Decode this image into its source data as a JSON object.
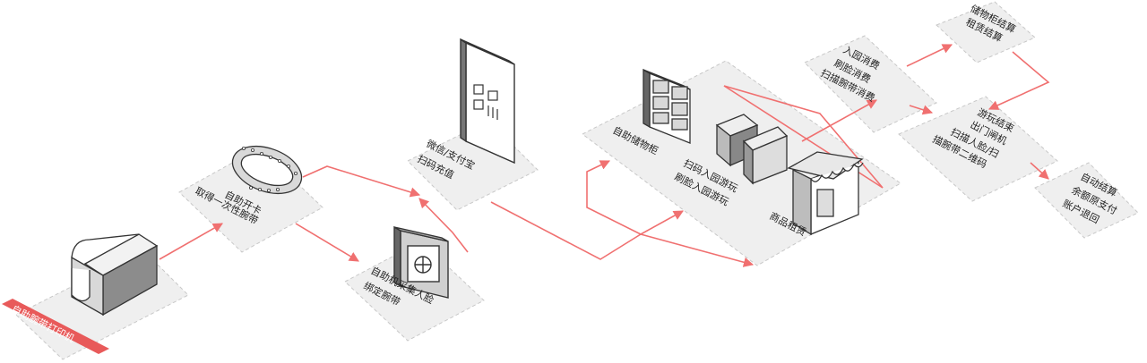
{
  "nodes": {
    "printer": "自助腕带打印机",
    "self_open": [
      "自助开卡",
      "取得一次性腕带"
    ],
    "face_bind": [
      "自助机采集人脸",
      "绑定腕带"
    ],
    "wechat_pay": [
      "微信/支付宝",
      "扫码充值"
    ],
    "locker": "自助储物柜",
    "gate": [
      "扫码入园游玩",
      "刷脸入园游玩"
    ],
    "rent": "商品租赁",
    "consume": [
      "入园消费",
      "刷脸消费",
      "扫描腕带消费"
    ],
    "settle": [
      "储物柜结算",
      "租赁结算"
    ],
    "exit": [
      "游玩结束",
      "出门闸机",
      "扫描人脸/扫",
      "描腕带二维码"
    ],
    "refund": [
      "自动结算",
      "余额原支付",
      "账户退回"
    ]
  },
  "colors": {
    "accent": "#f07070",
    "panel": "#efefef",
    "outline": "#333333"
  }
}
